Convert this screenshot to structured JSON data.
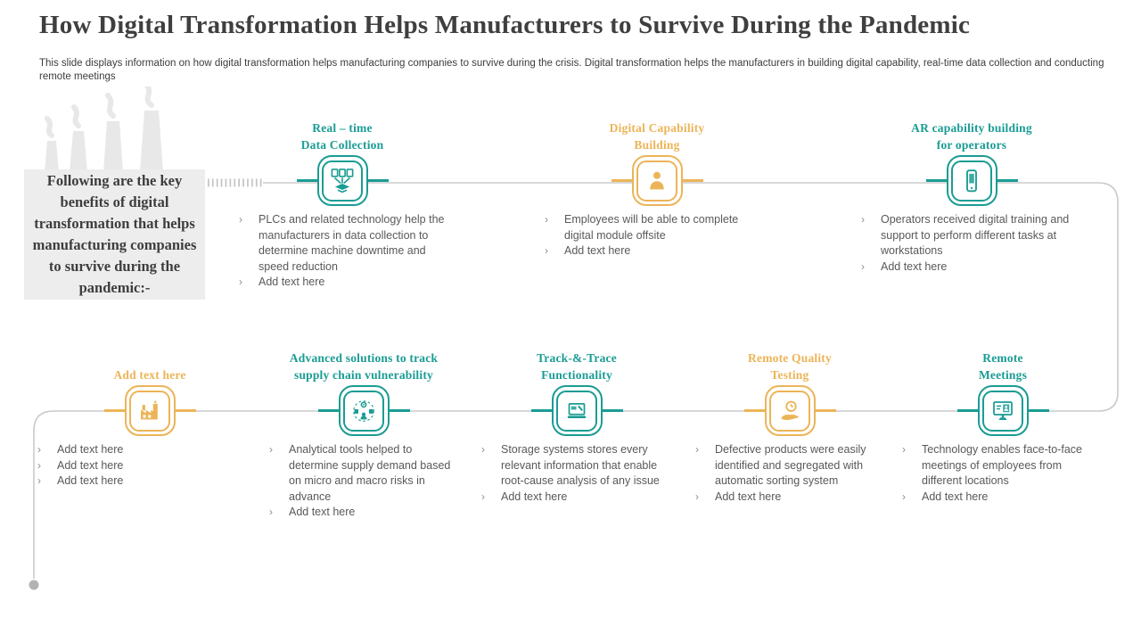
{
  "slide": {
    "title": "How Digital Transformation Helps Manufacturers to Survive During the Pandemic",
    "subtitle": "This slide displays information on how digital transformation helps manufacturing companies to survive during the crisis. Digital transformation helps the manufacturers in building digital capability, real-time data collection and conducting remote meetings",
    "intro_text": "Following are the key benefits of digital transformation that helps manufacturing companies to survive during the pandemic:-",
    "bullet_marker": "›"
  },
  "colors": {
    "teal_accent": "#1a9c94",
    "yellow_accent": "#ecb458",
    "line_gray": "#cbcbcb",
    "box_gray": "#ededed",
    "text_gray": "#595959",
    "title_gray": "#3f3f3f"
  },
  "top_row": [
    {
      "heading_lines": [
        "Real – time",
        "Data Collection"
      ],
      "accent": "teal",
      "icon": "data-collection-icon",
      "bullets": [
        "PLCs and related technology help the manufacturers in data collection to determine machine downtime and speed reduction",
        "Add text here"
      ]
    },
    {
      "heading_lines": [
        "Digital Capability",
        "Building"
      ],
      "accent": "yellow",
      "icon": "person-icon",
      "bullets": [
        "Employees will be able to complete digital module offsite",
        "Add text here"
      ]
    },
    {
      "heading_lines": [
        "AR capability building",
        "for operators"
      ],
      "accent": "teal",
      "icon": "smartphone-icon",
      "bullets": [
        "Operators received digital training and support to perform different tasks at workstations",
        "Add text here"
      ]
    }
  ],
  "bottom_row": [
    {
      "heading_lines": [
        "Add text here"
      ],
      "accent": "yellow",
      "icon": "factory-icon",
      "bullets": [
        "Add text here",
        "Add text here",
        "Add text here"
      ]
    },
    {
      "heading_lines": [
        "Advanced solutions to track",
        "supply chain vulnerability"
      ],
      "accent": "teal",
      "icon": "supply-chain-icon",
      "bullets": [
        "Analytical tools helped to determine supply demand based on micro and macro risks in advance",
        "Add text here"
      ]
    },
    {
      "heading_lines": [
        "Track-&-Trace",
        "Functionality"
      ],
      "accent": "teal",
      "icon": "laptop-icon",
      "bullets": [
        "Storage systems stores every relevant information that enable root-cause analysis of any issue",
        "Add text here"
      ]
    },
    {
      "heading_lines": [
        "Remote Quality",
        "Testing"
      ],
      "accent": "yellow",
      "icon": "quality-check-icon",
      "bullets": [
        "Defective products were easily identified and segregated with automatic sorting system",
        "Add text here"
      ]
    },
    {
      "heading_lines": [
        "Remote",
        "Meetings"
      ],
      "accent": "teal",
      "icon": "video-meeting-icon",
      "bullets": [
        "Technology enables face-to-face meetings of employees from different locations",
        "Add text here"
      ]
    }
  ]
}
